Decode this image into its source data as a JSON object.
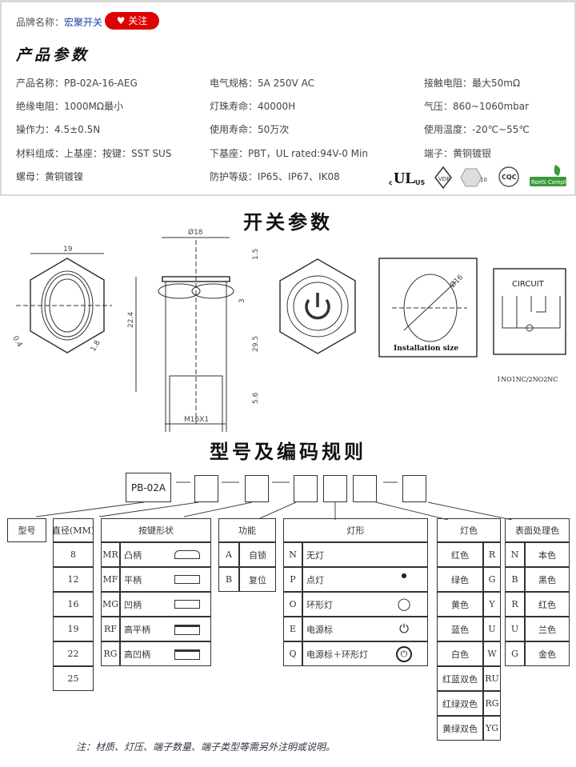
{
  "brand": {
    "label": "品牌名称：",
    "name": "宏聚开关",
    "follow": "关注"
  },
  "params_title": "产品参数",
  "params": [
    [
      "产品名称：PB-02A-16-AEG",
      "电气规格：5A  250V  AC",
      "接触电阻：最大50mΩ"
    ],
    [
      "绝缘电阻：1000MΩ最小",
      "灯珠寿命：40000H",
      "气压：860~1060mbar"
    ],
    [
      "操作力：4.5±0.5N",
      "使用寿命：50万次",
      "使用温度：-20℃~55℃"
    ],
    [
      "材料组成：上基座：按键：SST SUS",
      "下基座：PBT，UL rated:94V-0 Min",
      "端子：黄铜镀银"
    ],
    [
      "螺母：黄铜镀镍",
      "防护等级：IP65、IP67、IK08",
      ""
    ]
  ],
  "certs": {
    "ul": "c UL us",
    "vde": "VDE",
    "k10": "10",
    "cqc": "CQC",
    "rohs": "RoHS Compliant"
  },
  "switch_title": "开关参数",
  "drawing": {
    "d19": "19",
    "d04": "0.4",
    "d18": "1.8",
    "phi18": "Ø18",
    "d15": "1.5",
    "d3": "3",
    "d224": "22.4",
    "d295": "29.5",
    "d56": "5.6",
    "thread": "M16X1",
    "phi16": "Ø16",
    "install": "Installation size",
    "circuit": "CIRCUIT",
    "circuit_caption": "1NO1NC/2NO2NC"
  },
  "code_title": "型号及编码规则",
  "code_prefix": "PB-02A",
  "tables": {
    "model": {
      "header": "型号"
    },
    "diameter": {
      "header": "直径(MM)",
      "rows": [
        "8",
        "12",
        "16",
        "19",
        "22",
        "25"
      ]
    },
    "shape": {
      "header": "按键形状",
      "rows": [
        [
          "MR",
          "凸柄"
        ],
        [
          "MF",
          "平柄"
        ],
        [
          "MG",
          "凹柄"
        ],
        [
          "RF",
          "高平柄"
        ],
        [
          "RG",
          "高凹柄"
        ]
      ]
    },
    "function": {
      "header": "功能",
      "rows": [
        [
          "A",
          "自锁"
        ],
        [
          "B",
          "复位"
        ]
      ]
    },
    "light": {
      "header": "灯形",
      "rows": [
        [
          "N",
          "无灯"
        ],
        [
          "P",
          "点灯"
        ],
        [
          "O",
          "环形灯"
        ],
        [
          "E",
          "电源标"
        ],
        [
          "Q",
          "电源标＋环形灯"
        ]
      ]
    },
    "color": {
      "header": "灯色",
      "rows": [
        [
          "红色",
          "R"
        ],
        [
          "绿色",
          "G"
        ],
        [
          "黄色",
          "Y"
        ],
        [
          "蓝色",
          "U"
        ],
        [
          "白色",
          "W"
        ],
        [
          "红蓝双色",
          "RU"
        ],
        [
          "红绿双色",
          "RG"
        ],
        [
          "黄绿双色",
          "YG"
        ]
      ]
    },
    "surface": {
      "header": "表面处理色",
      "rows": [
        [
          "N",
          "本色"
        ],
        [
          "B",
          "黑色"
        ],
        [
          "R",
          "红色"
        ],
        [
          "U",
          "兰色"
        ],
        [
          "G",
          "金色"
        ]
      ]
    }
  },
  "note": "注：材质、灯压、端子数量、端子类型等需另外注明或说明。"
}
